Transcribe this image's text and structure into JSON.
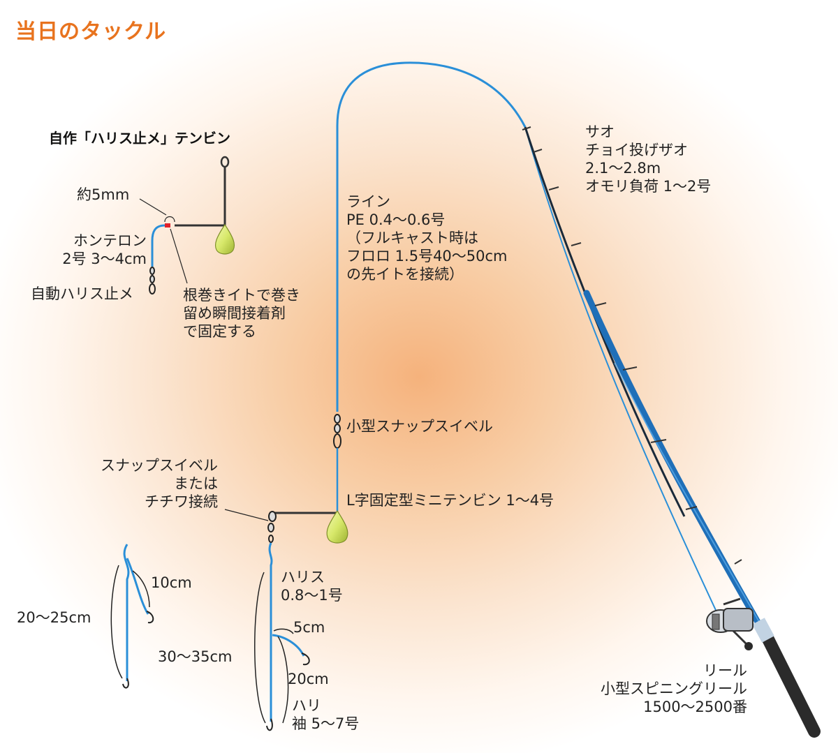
{
  "title": "当日のタックル",
  "diagram": {
    "tenbin_title": "自作「ハリス止メ」テンビン",
    "rod_label": [
      "サオ",
      "チョイ投げザオ",
      "2.1〜2.8m",
      "オモリ負荷 1〜2号"
    ],
    "line_label": [
      "ライン",
      "PE 0.4〜0.6号",
      "（フルキャスト時は",
      "フロロ 1.5号40〜50cm",
      "の先イトを接続）"
    ],
    "gap_label": "約5mm",
    "honteron_label": [
      "ホンテロン",
      "2号 3〜4cm"
    ],
    "auto_stopper_label": "自動ハリス止メ",
    "binding_label": [
      "根巻きイトで巻き",
      "留め瞬間接着剤",
      "で固定する"
    ],
    "snap_swivel_label": "小型スナップスイベル",
    "connect_label": [
      "スナップスイベル",
      "または",
      "チチワ接続"
    ],
    "l_tenbin_label": "L字固定型ミニテンビン 1〜4号",
    "harisu_label": [
      "ハリス",
      "0.8〜1号"
    ],
    "len_10cm": "10cm",
    "len_20_25cm": "20〜25cm",
    "len_5cm": "5cm",
    "len_30_35cm": "30〜35cm",
    "len_20cm": "20cm",
    "hook_label": [
      "ハリ",
      "袖 5〜7号"
    ],
    "reel_label": [
      "リール",
      "小型スピニングリール",
      "1500〜2500番"
    ],
    "colors": {
      "title": "#e8731e",
      "line_blue": "#2a8fd8",
      "rod_blue": "#1f6fb8",
      "weight_green": "#d7e86a",
      "binding_red": "#e0202a"
    }
  }
}
